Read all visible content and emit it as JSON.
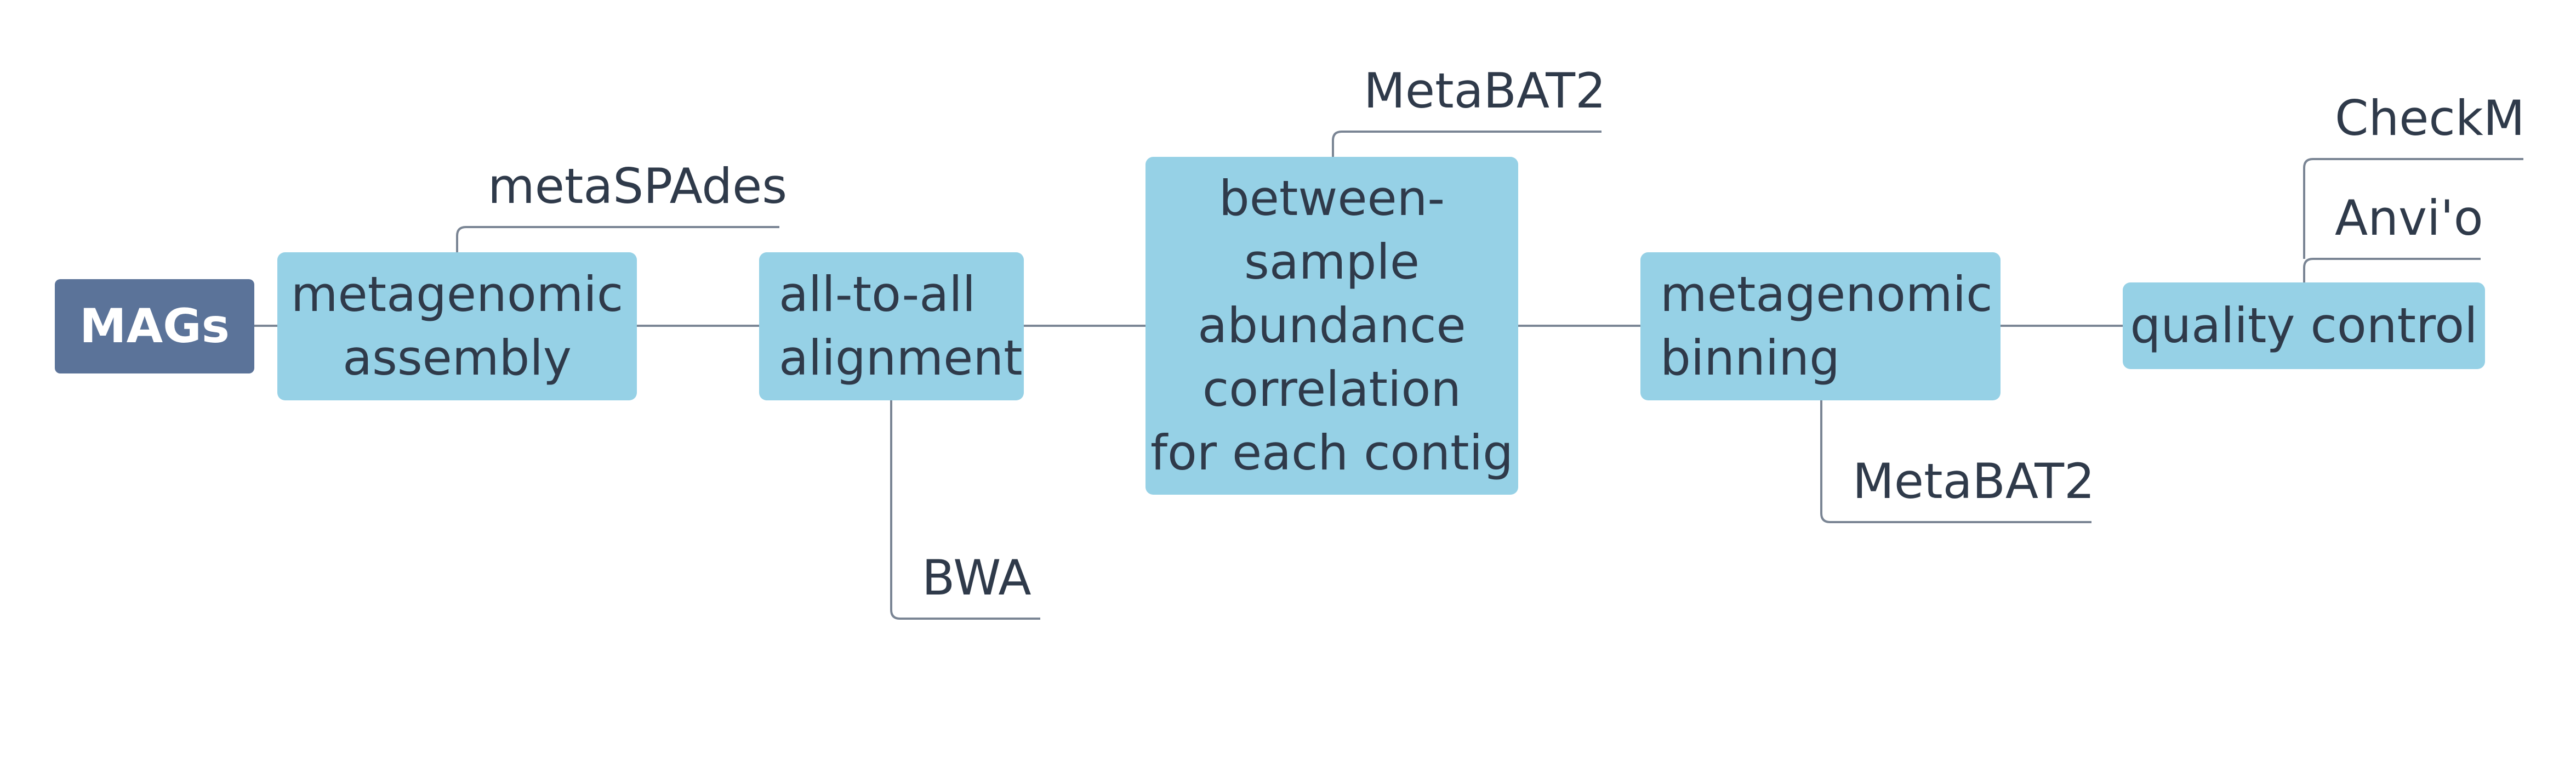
{
  "root": {
    "label": "MAGs"
  },
  "steps": [
    {
      "label": "metagenomic\nassembly",
      "tool": "metaSPAdes"
    },
    {
      "label": "all-to-all\nalignment",
      "tool": "BWA"
    },
    {
      "label": "between-\nsample\nabundance\ncorrelation\nfor each contig",
      "tool": "MetaBAT2"
    },
    {
      "label": "metagenomic\nbinning",
      "tool": "MetaBAT2"
    },
    {
      "label": "quality control",
      "tools": [
        "Anvi'o",
        "CheckM"
      ]
    }
  ],
  "colors": {
    "root_fill": "#5b7399",
    "step_fill": "#96d1e6",
    "connector": "#7a8594",
    "text": "#2f3a4a"
  }
}
